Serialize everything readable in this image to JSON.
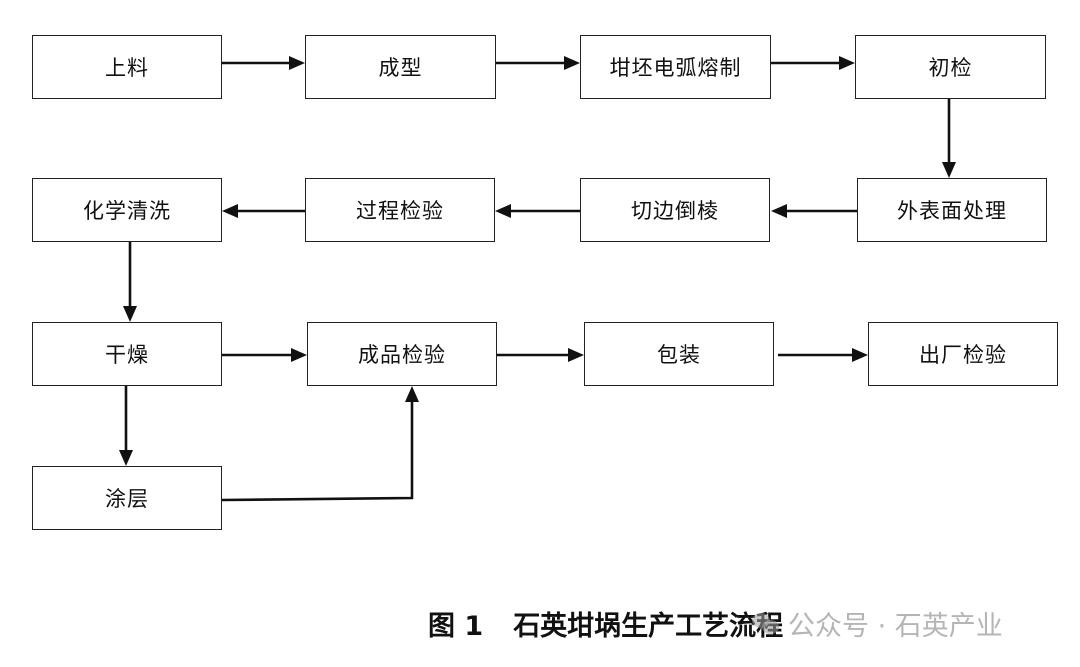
{
  "nodes": {
    "feed": "上料",
    "forming": "成型",
    "arc_melting": "坩坯电弧熔制",
    "initial_inspection": "初检",
    "surface_treatment": "外表面处理",
    "edge_chamfer": "切边倒棱",
    "process_inspection": "过程检验",
    "chemical_cleaning": "化学清洗",
    "drying": "干燥",
    "finished_inspection": "成品检验",
    "packaging": "包装",
    "factory_inspection": "出厂检验",
    "coating": "涂层"
  },
  "caption": {
    "figure": "图 1",
    "title": "石英坩埚生产工艺流程"
  },
  "watermark": {
    "text": "公众号 · 石英产业",
    "icon": "wechat-icon"
  }
}
